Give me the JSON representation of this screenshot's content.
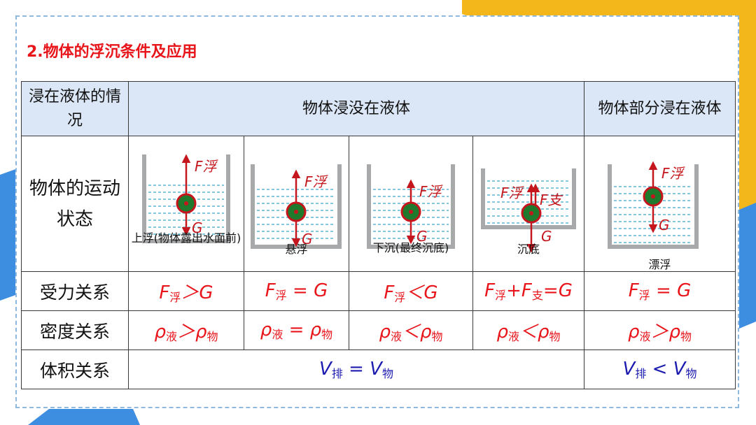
{
  "heading": "2.物体的浮沉条件及应用",
  "table": {
    "header": {
      "row_label": "浸在液体的情况",
      "immersed": "物体浸没在液体",
      "partial": "物体部分浸在液体"
    },
    "rows": [
      {
        "label": "物体的运动状态"
      },
      {
        "label": "受力关系"
      },
      {
        "label": "密度关系"
      },
      {
        "label": "体积关系"
      }
    ],
    "states": [
      {
        "caption": "上浮(物体露出水面前)",
        "up_label": "F浮",
        "down_label": "G"
      },
      {
        "caption": "悬浮",
        "up_label": "F浮",
        "down_label": "G"
      },
      {
        "caption": "下沉(最终沉底)",
        "up_label": "F浮",
        "down_label": "G"
      },
      {
        "caption": "沉底",
        "up_label": "F浮",
        "support_label": "F支",
        "down_label": "G"
      },
      {
        "caption": "漂浮",
        "up_label": "F浮",
        "down_label": "G"
      }
    ],
    "force": [
      {
        "a": "F",
        "a_sub": "浮",
        "op": "＞",
        "b": "G"
      },
      {
        "a": "F",
        "a_sub": "浮",
        "op": " = ",
        "b": "G"
      },
      {
        "a": "F",
        "a_sub": "浮",
        "op": "＜",
        "b": "G"
      },
      {
        "a": "F",
        "a_sub": "浮",
        "mid": "+F",
        "mid_sub": "支",
        "op": "=",
        "b": "G"
      },
      {
        "a": "F",
        "a_sub": "浮",
        "op": " = ",
        "b": "G"
      }
    ],
    "density": [
      {
        "a": "ρ",
        "a_sub": "液",
        "op": "＞",
        "b": "ρ",
        "b_sub": "物"
      },
      {
        "a": "ρ",
        "a_sub": "液",
        "op": " = ",
        "b": "ρ",
        "b_sub": "物"
      },
      {
        "a": "ρ",
        "a_sub": "液",
        "op": "＜",
        "b": "ρ",
        "b_sub": "物"
      },
      {
        "a": "ρ",
        "a_sub": "液",
        "op": "＜",
        "b": "ρ",
        "b_sub": "物"
      },
      {
        "a": "ρ",
        "a_sub": "液",
        "op": "＞",
        "b": "ρ",
        "b_sub": "物"
      }
    ],
    "volume": [
      {
        "a": "V",
        "a_sub": "排",
        "op": " = ",
        "b": "V",
        "b_sub": "物"
      },
      {
        "a": "V",
        "a_sub": "排",
        "op": " < ",
        "b": "V",
        "b_sub": "物"
      }
    ]
  },
  "colors": {
    "heading": "#e8151b",
    "header_bg": "#dbe7f6",
    "force_text": "#e8151b",
    "volume_text": "#1c1bb0",
    "ball_fill": "#1f7a2e",
    "ball_rim": "#c4161c",
    "water_line": "#3aa7c9",
    "beaker": "#a7a9ab"
  }
}
